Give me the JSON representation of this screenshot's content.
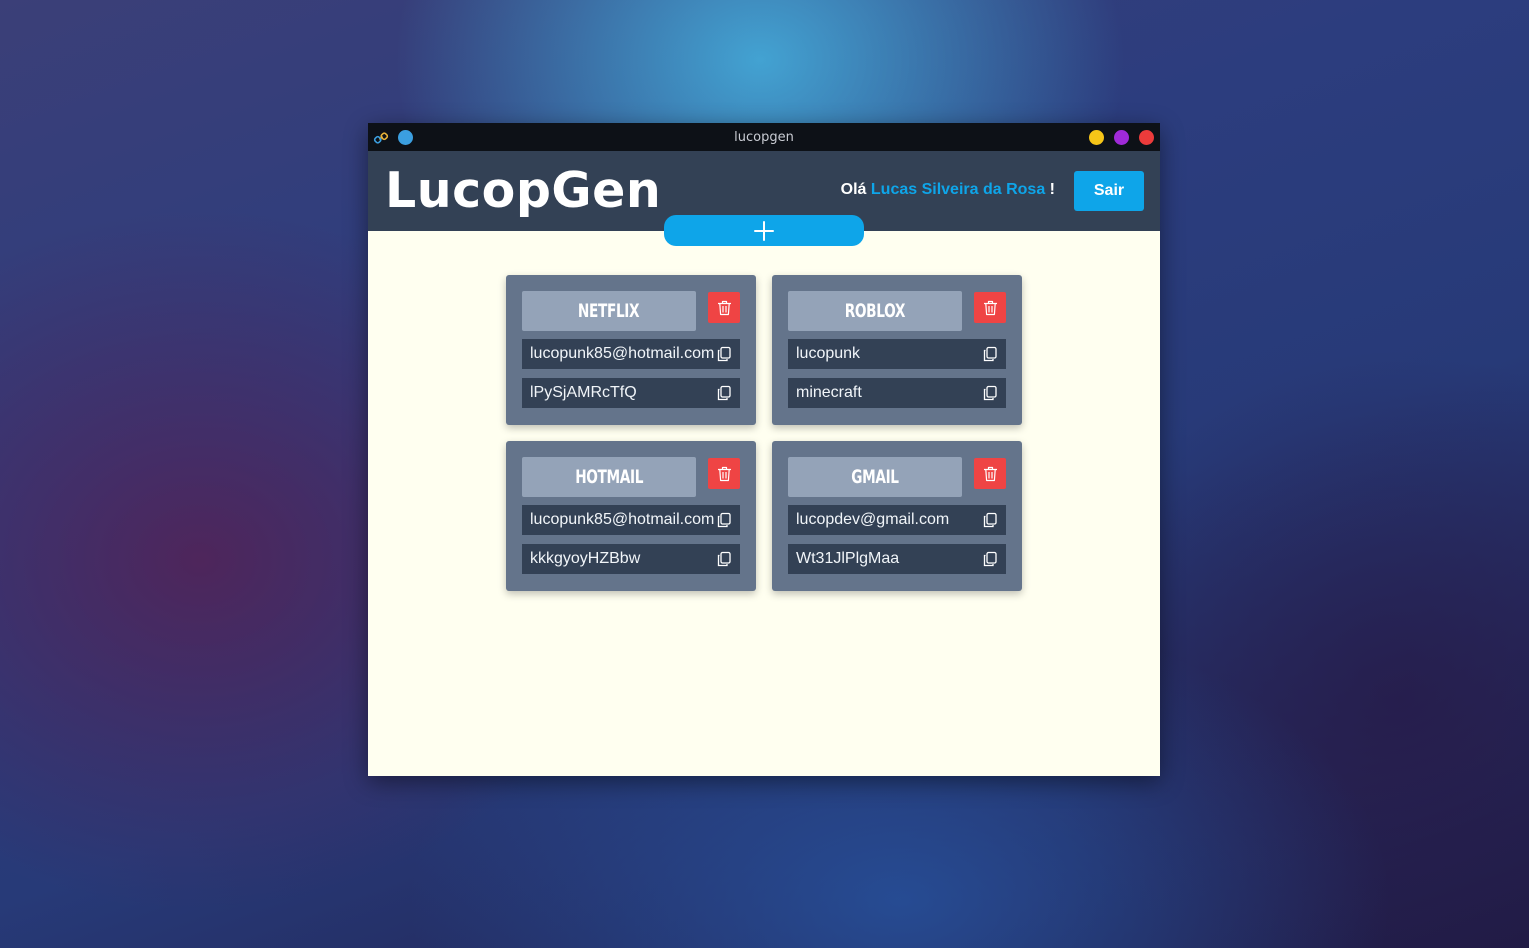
{
  "window": {
    "title": "lucopgen"
  },
  "header": {
    "brand": "LucopGen",
    "greeting_prefix": "Olá",
    "user_name": "Lucas Silveira da Rosa",
    "greeting_suffix": "!",
    "logout_label": "Sair"
  },
  "colors": {
    "accent": "#0ea5e9",
    "header_bg": "#334155",
    "card_bg": "#64748b",
    "card_title_bg": "#94a3b8",
    "delete": "#ef4444",
    "content_bg": "#fffff0"
  },
  "icons": {
    "add": "plus-icon",
    "delete": "trash-icon",
    "copy": "copy-icon"
  },
  "cards": [
    {
      "title": "NETFLIX",
      "login": "lucopunk85@hotmail.com",
      "password": "lPySjAMRcTfQ"
    },
    {
      "title": "ROBLOX",
      "login": "lucopunk",
      "password": "minecraft"
    },
    {
      "title": "HOTMAIL",
      "login": "lucopunk85@hotmail.com",
      "password": "kkkgyoyHZBbw"
    },
    {
      "title": "GMAIL",
      "login": "lucopdev@gmail.com",
      "password": "Wt31JlPlgMaa"
    }
  ]
}
